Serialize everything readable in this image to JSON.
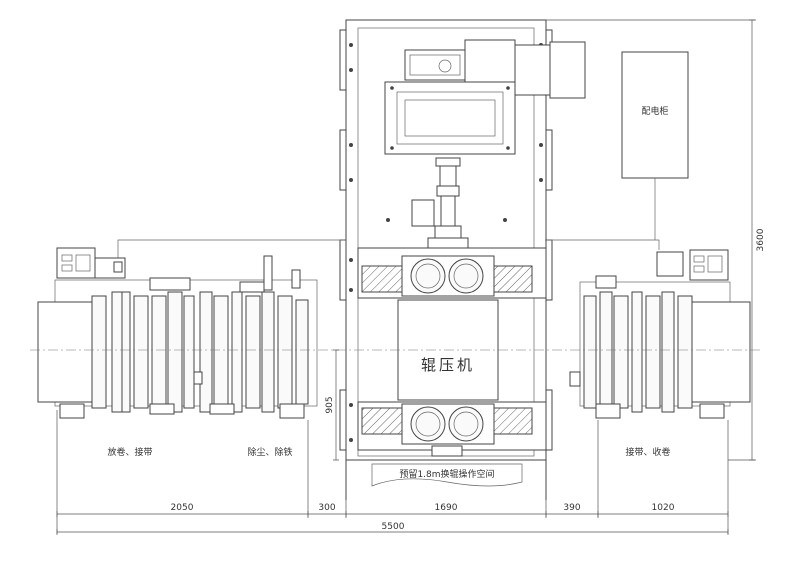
{
  "labels": {
    "press": "辊压机",
    "cabinet": "配电柜",
    "left_unwind": "放卷、接带",
    "left_clean": "除尘、除铁",
    "right_unit": "接带、收卷",
    "reserve": "预留1.8m换辊操作空间"
  },
  "dimensions": {
    "d_2050": "2050",
    "d_300": "300",
    "d_1690": "1690",
    "d_390": "390",
    "d_1020": "1020",
    "d_5500": "5500",
    "d_3600": "3600",
    "d_905": "905"
  }
}
